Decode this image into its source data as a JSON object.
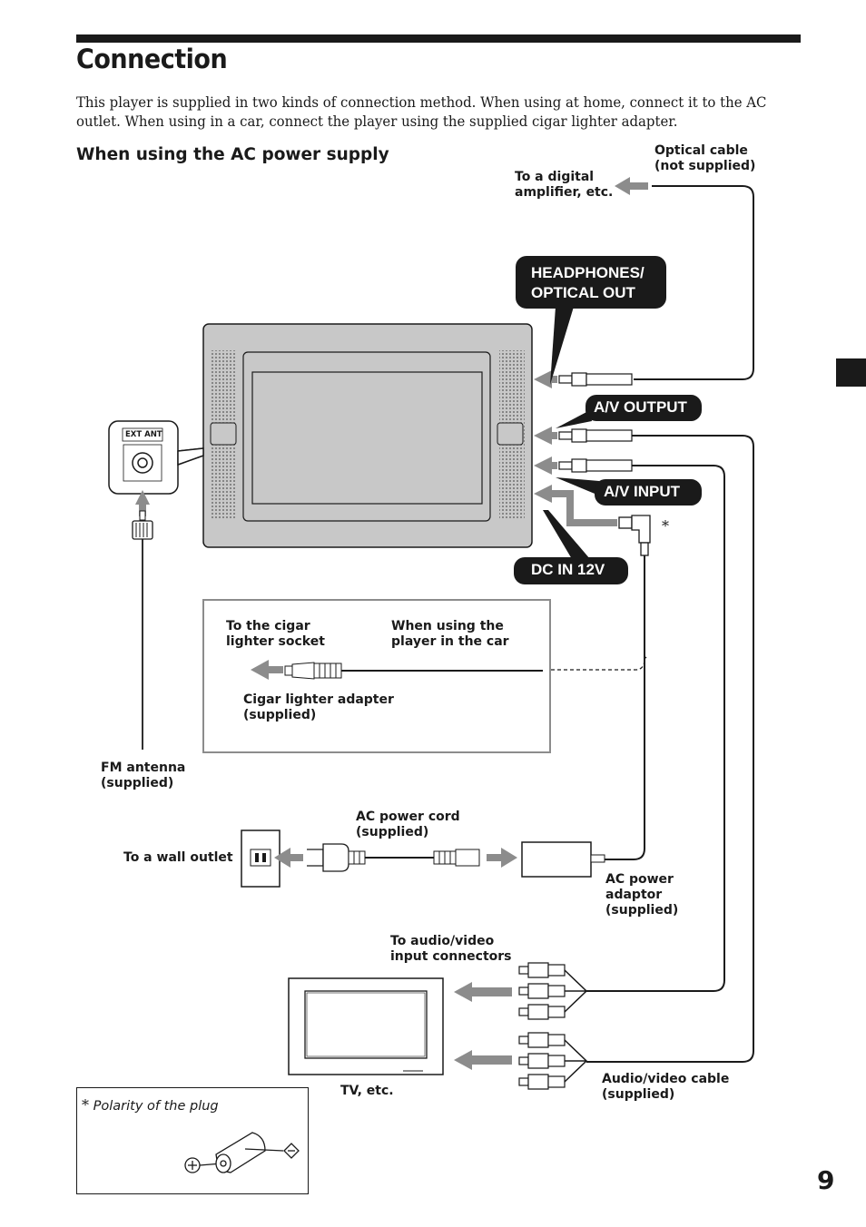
{
  "page": {
    "title": "Connection",
    "intro": "This player is supplied in two kinds of connection method. When using at home, connect it to the AC outlet. When using in a car, connect the player using the supplied cigar lighter adapter.",
    "section_heading": "When using the AC power supply",
    "page_number": "9"
  },
  "ports": {
    "headphones": "HEADPHONES/\nOPTICAL OUT",
    "av_output": "A/V OUTPUT",
    "av_input": "A/V INPUT",
    "dc_in": "DC IN 12V",
    "ext_ant": "EXT ANT"
  },
  "labels": {
    "optical_cable": "Optical cable\n(not supplied)",
    "digital_amp": "To a digital\namplifier, etc.",
    "cigar_socket": "To the cigar\nlighter socket",
    "car_use": "When using the\nplayer in the car",
    "cigar_adapter": "Cigar lighter adapter\n(supplied)",
    "fm_antenna": "FM antenna\n(supplied)",
    "ac_cord": "AC power cord\n(supplied)",
    "wall_outlet": "To a wall outlet",
    "ac_adaptor": "AC power\nadaptor\n(supplied)",
    "av_inputs": "To audio/video\ninput connectors",
    "tv": "TV, etc.",
    "av_cable": "Audio/video cable\n(supplied)",
    "asterisk": "*"
  },
  "footnote": {
    "text": "Polarity of the plug",
    "mark": "*"
  },
  "colors": {
    "ink": "#1a1a1a",
    "arrow_gray": "#8c8c8c",
    "device_gray": "#c8c8c8"
  }
}
